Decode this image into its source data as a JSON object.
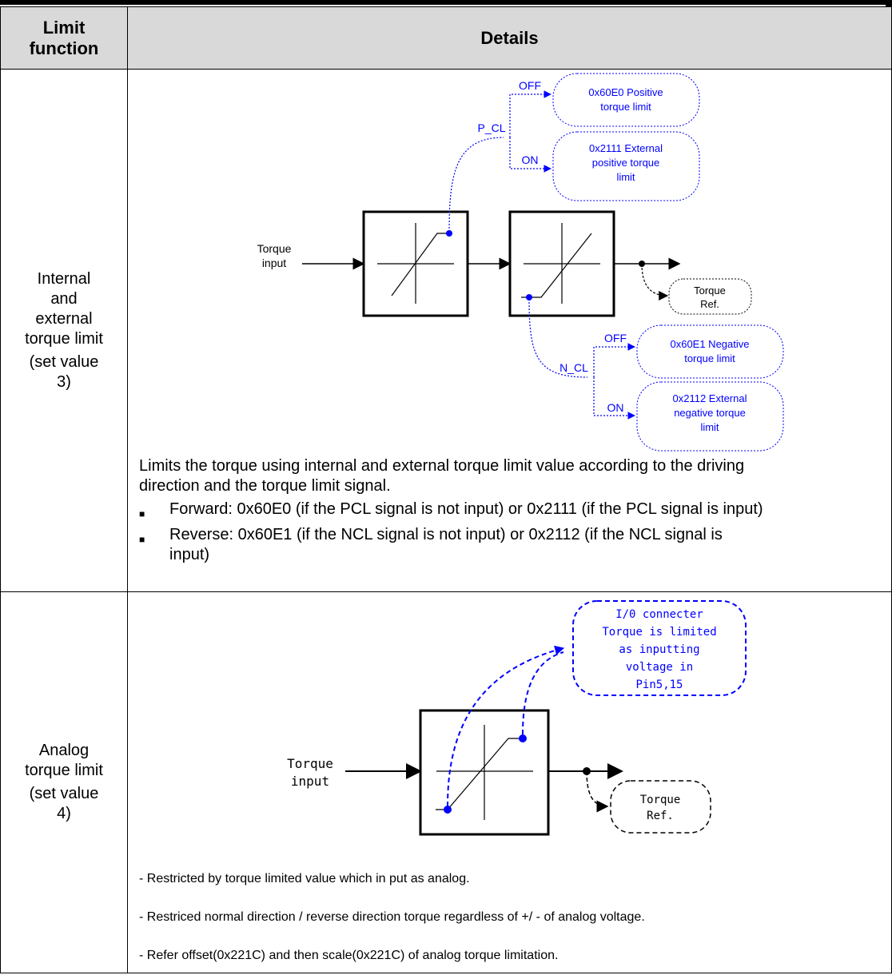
{
  "header": {
    "col1": "Limit function",
    "col1_line1": "Limit",
    "col1_line2": "function",
    "col2": "Details"
  },
  "rows": [
    {
      "name_lines": [
        "Internal",
        "and",
        "external",
        "torque limit"
      ],
      "setvalue_lines": [
        "(set value",
        "3)"
      ],
      "diagram": {
        "torque_input_lines": [
          "Torque",
          "input"
        ],
        "p_cl": "P_CL",
        "n_cl": "N_CL",
        "off": "OFF",
        "on": "ON",
        "pos_limit_lines": [
          "0x60E0 Positive",
          "torque limit"
        ],
        "ext_pos_lines": [
          "0x2111 External",
          "positive torque",
          "limit"
        ],
        "neg_limit_lines": [
          "0x60E1 Negative",
          "torque limit"
        ],
        "ext_neg_lines": [
          "0x2112 External",
          "negative torque",
          "limit"
        ],
        "ref_lines": [
          "Torque",
          "Ref."
        ]
      },
      "para_lines": [
        "Limits the torque using internal and external torque limit value according to the driving",
        "direction and the torque limit signal."
      ],
      "bullets": [
        [
          "Forward: 0x60E0 (if the PCL signal is not input) or 0x2111 (if the PCL signal is input)"
        ],
        [
          "Reverse: 0x60E1 (if the NCL signal is not input) or 0x2112 (if the NCL signal is",
          "input)"
        ]
      ],
      "bullet_mark": "■"
    },
    {
      "name_lines": [
        "Analog",
        "torque limit"
      ],
      "setvalue_lines": [
        "(set value",
        "4)"
      ],
      "diagram": {
        "torque_input_lines": [
          "Torque",
          "input"
        ],
        "io_lines": [
          "I/0 connecter",
          "Torque is limited",
          "as inputting",
          "voltage in",
          "Pin5,15"
        ],
        "ref_lines": [
          "Torque",
          "Ref."
        ]
      },
      "notes": [
        "- Restricted by torque limited value which in put as analog.",
        "- Restriced normal direction / reverse direction torque regardless of +/ - of analog voltage.",
        "- Refer offset(0x221C) and then scale(0x221C) of analog torque limitation."
      ]
    }
  ]
}
